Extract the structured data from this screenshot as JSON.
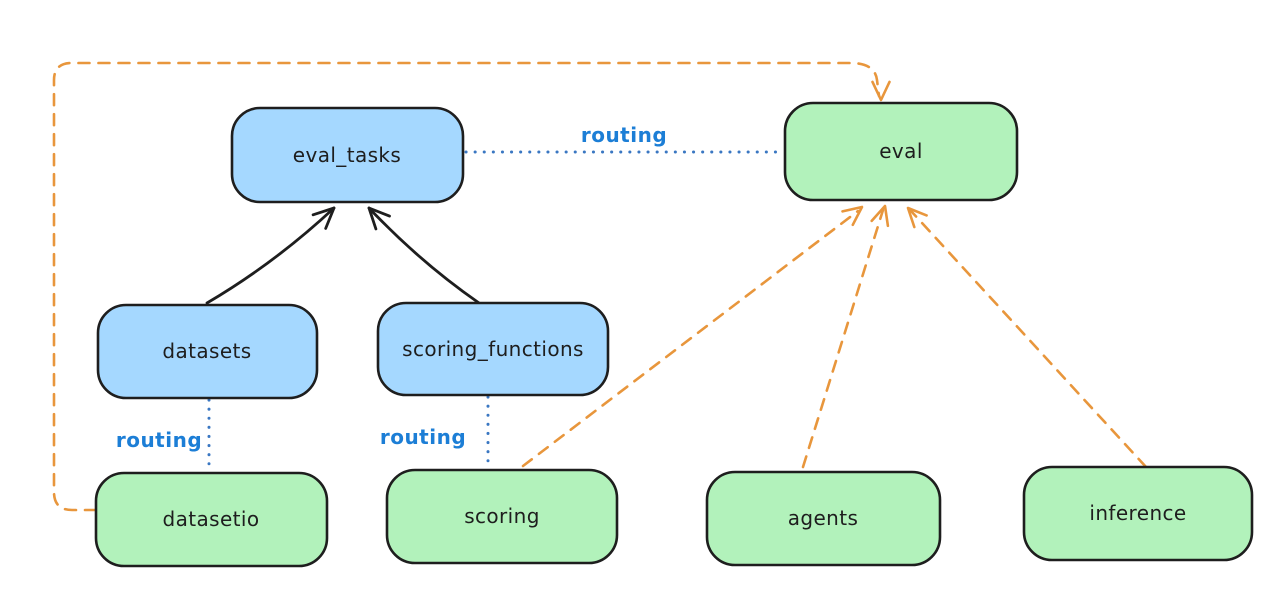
{
  "diagram": {
    "nodes": {
      "eval_tasks": {
        "label": "eval_tasks",
        "color": "blue"
      },
      "eval": {
        "label": "eval",
        "color": "green"
      },
      "datasets": {
        "label": "datasets",
        "color": "blue"
      },
      "scoring_functions": {
        "label": "scoring_functions",
        "color": "blue"
      },
      "datasetio": {
        "label": "datasetio",
        "color": "green"
      },
      "scoring": {
        "label": "scoring",
        "color": "green"
      },
      "agents": {
        "label": "agents",
        "color": "green"
      },
      "inference": {
        "label": "inference",
        "color": "green"
      }
    },
    "edges": [
      {
        "from": "datasets",
        "to": "eval_tasks",
        "style": "solid-arrow",
        "color": "black",
        "label": ""
      },
      {
        "from": "scoring_functions",
        "to": "eval_tasks",
        "style": "solid-arrow",
        "color": "black",
        "label": ""
      },
      {
        "from": "eval_tasks",
        "to": "eval",
        "style": "dotted",
        "color": "blue",
        "label": "routing"
      },
      {
        "from": "datasets",
        "to": "datasetio",
        "style": "dotted",
        "color": "blue",
        "label": "routing"
      },
      {
        "from": "scoring_functions",
        "to": "scoring",
        "style": "dotted",
        "color": "blue",
        "label": "routing"
      },
      {
        "from": "datasetio",
        "to": "eval",
        "style": "dashed-arrow",
        "color": "orange",
        "label": ""
      },
      {
        "from": "scoring",
        "to": "eval",
        "style": "dashed-arrow",
        "color": "orange",
        "label": ""
      },
      {
        "from": "agents",
        "to": "eval",
        "style": "dashed-arrow",
        "color": "orange",
        "label": ""
      },
      {
        "from": "inference",
        "to": "eval",
        "style": "dashed-arrow",
        "color": "orange",
        "label": ""
      }
    ]
  },
  "colors": {
    "node-blue-fill": "#a5d8ff",
    "node-green-fill": "#b2f2bb",
    "node-stroke": "#1e1e1e",
    "arrow-black": "#1e1e1e",
    "routing-text-blue": "#1c7ed6",
    "routing-line-blue": "#3a77c2",
    "dependency-orange": "#e8963c",
    "canvas-bg": "#ffffff"
  }
}
